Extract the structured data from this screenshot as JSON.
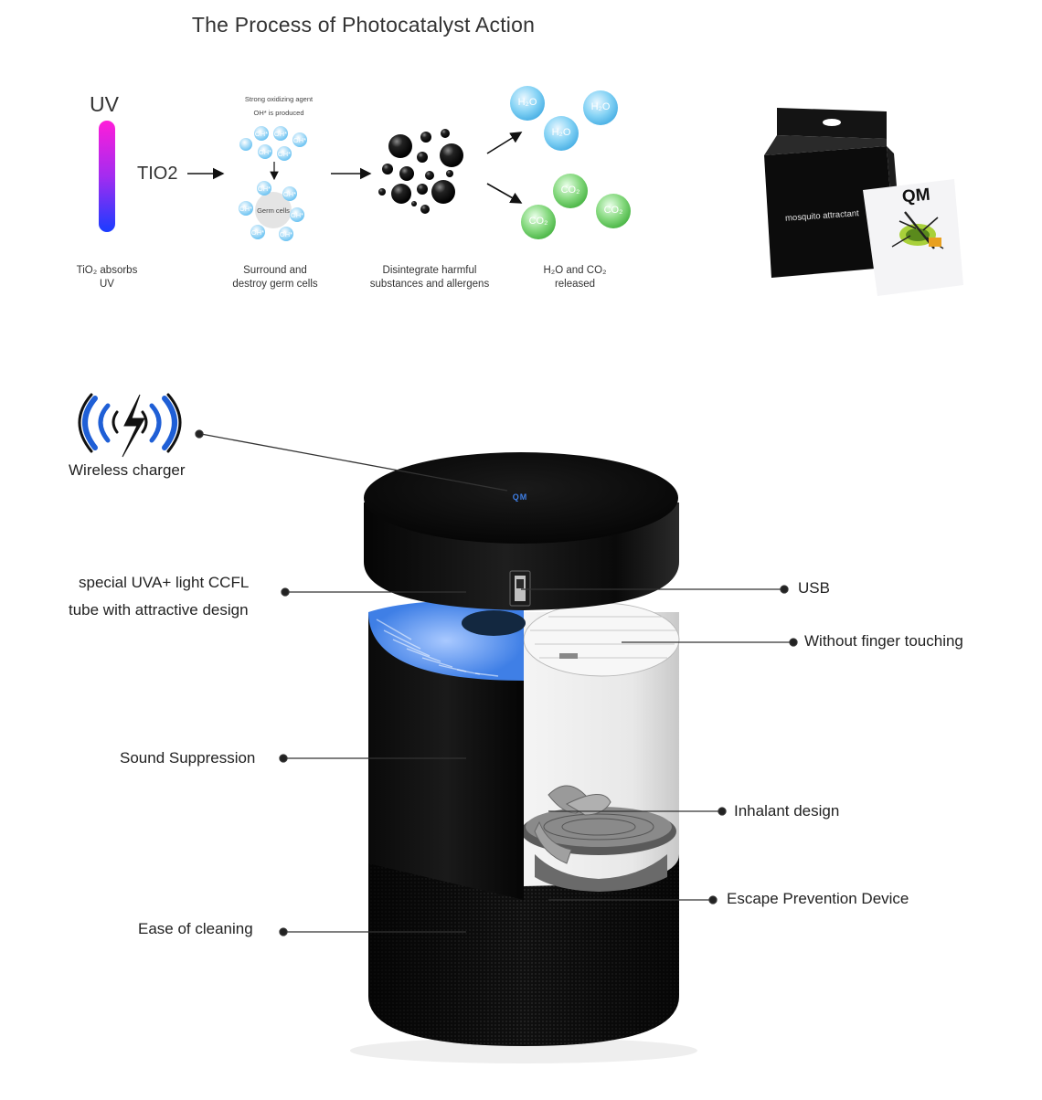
{
  "process": {
    "title": "The Process of Photocatalyst Action",
    "uv_label": "UV",
    "tio2_label": "TIO2",
    "oxidizing_note_1": "Strong oxidizing agent",
    "oxidizing_note_2": "OH* is produced",
    "germ_label": "Germ cells",
    "radical_label": "OH*",
    "h2o_label": "H₂O",
    "co2_label": "CO₂",
    "steps": [
      {
        "caption_1": "TiO₂ absorbs",
        "caption_2": "UV"
      },
      {
        "caption_1": "Surround and",
        "caption_2": "destroy germ cells"
      },
      {
        "caption_1": "Disintegrate harmful",
        "caption_2": "substances and allergens"
      },
      {
        "caption_1": "H₂O and CO₂",
        "caption_2": "released"
      }
    ]
  },
  "package": {
    "box_label": "mosquito attractant",
    "card_brand": "QM"
  },
  "product": {
    "top_badge": "QM",
    "wireless_label": "Wireless charger",
    "left_callouts": {
      "uva_line_1": "special UVA+ light CCFL",
      "uva_line_2": "tube with attractive design",
      "sound": "Sound Suppression",
      "cleaning": "Ease of cleaning"
    },
    "right_callouts": {
      "usb": "USB",
      "finger": "Without finger touching",
      "inhalant": "Inhalant design",
      "escape": "Escape Prevention Device"
    }
  },
  "colors": {
    "uv_bar_top": "#ff1dd9",
    "uv_bar_bottom": "#1a3cff",
    "radical_blue": "#6cc3f2",
    "h2o_blue": "#7fd0f3",
    "co2_green": "#7fd07a",
    "device_black": "#0a0a0a",
    "uv_blue_ring": "#5aa6ff",
    "wireless_blue": "#1f5fd6"
  }
}
